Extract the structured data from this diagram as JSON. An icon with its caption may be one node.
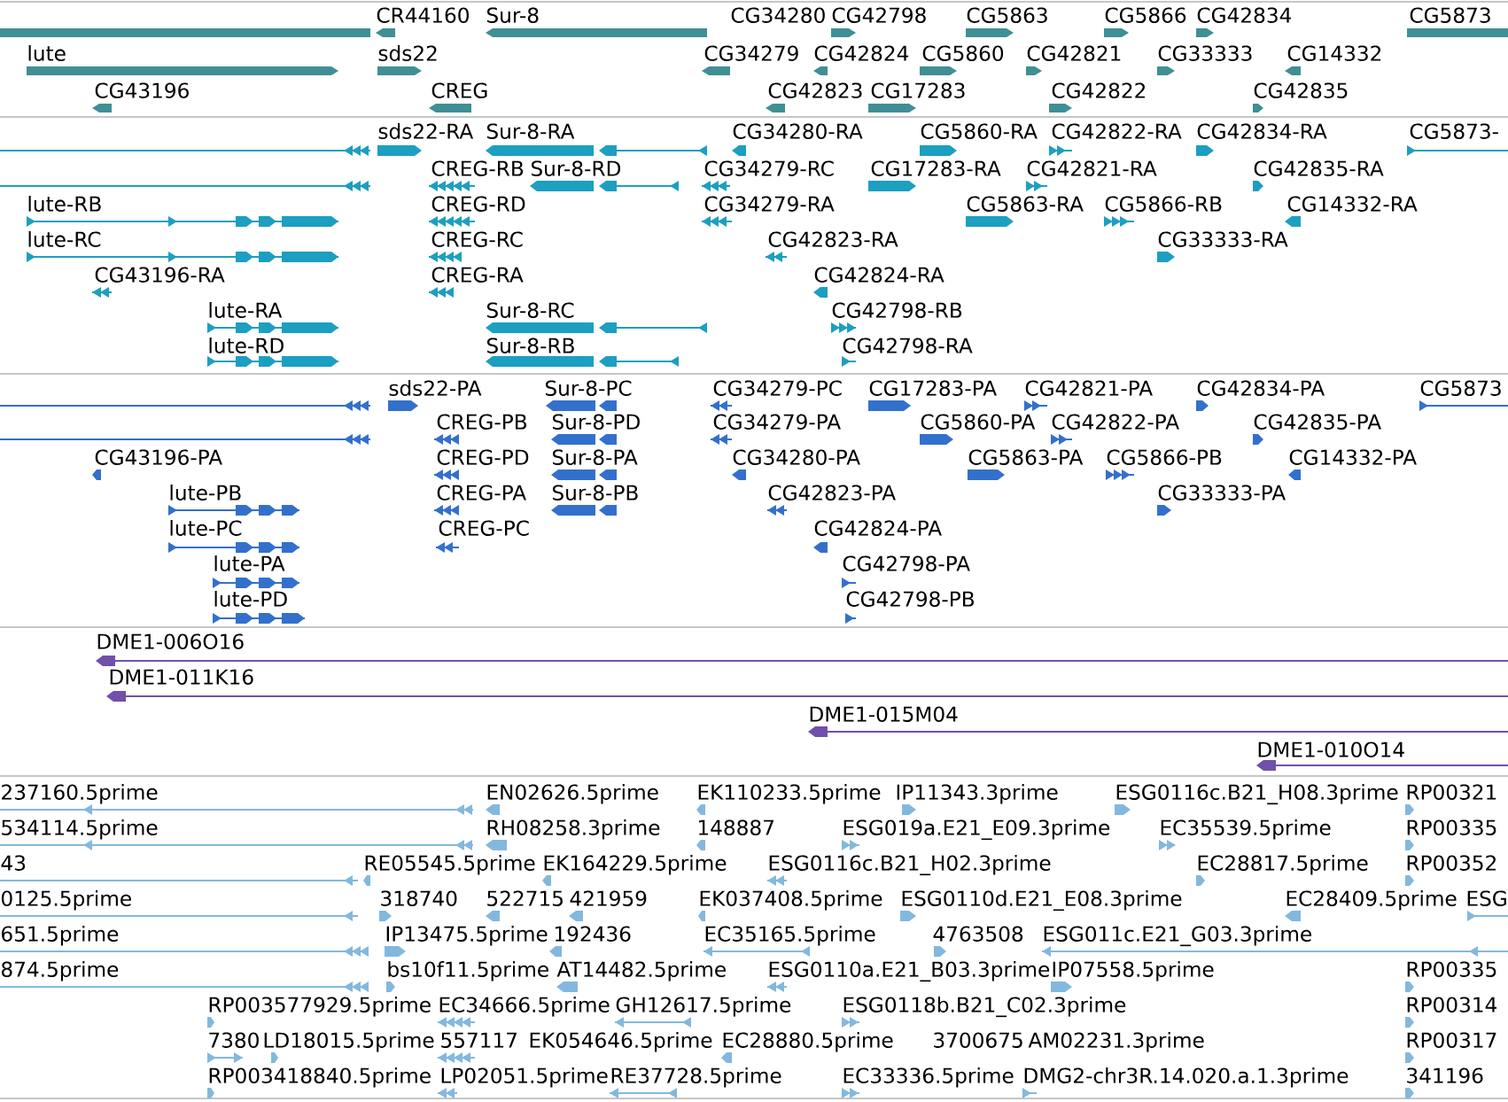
{
  "diagram": {
    "labels": [
      "CR44160",
      "Sur-8",
      "CG34280",
      "CG42798",
      "CG5863",
      "CG5866",
      "CG42834",
      "CG5873",
      "lute",
      "sds22",
      "CG34279",
      "CG42824",
      "CG5860",
      "CG42821",
      "CG33333",
      "CG14332",
      "CG43196",
      "CREG",
      "CG42823",
      "CG17283",
      "CG42822",
      "CG42835",
      "sds22-RA",
      "Sur-8-RA",
      "CG34280-RA",
      "CG5860-RA",
      "CG42822-RA",
      "CG42834-RA",
      "CG5873-",
      "CREG-RB",
      "Sur-8-RD",
      "CG34279-RC",
      "CG17283-RA",
      "CG42821-RA",
      "CG42835-RA",
      "lute-RB",
      "CREG-RD",
      "CG34279-RA",
      "CG5863-RA",
      "CG5866-RB",
      "CG14332-RA",
      "lute-RC",
      "CREG-RC",
      "CG42823-RA",
      "CG33333-RA",
      "CG43196-RA",
      "CREG-RA",
      "CG42824-RA",
      "lute-RA",
      "Sur-8-RC",
      "CG42798-RB",
      "lute-RD",
      "Sur-8-RB",
      "CG42798-RA",
      "sds22-PA",
      "Sur-8-PC",
      "CG34279-PC",
      "CG17283-PA",
      "CG42821-PA",
      "CG42834-PA",
      "CG5873",
      "CREG-PB",
      "Sur-8-PD",
      "CG34279-PA",
      "CG5860-PA",
      "CG42822-PA",
      "CG42835-PA",
      "CG43196-PA",
      "CREG-PD",
      "Sur-8-PA",
      "CG34280-PA",
      "CG5863-PA",
      "CG5866-PB",
      "CG14332-PA",
      "lute-PB",
      "CREG-PA",
      "Sur-8-PB",
      "CG42823-PA",
      "CG33333-PA",
      "lute-PC",
      "CREG-PC",
      "CG42824-PA",
      "lute-PA",
      "CG42798-PA",
      "lute-PD",
      "CG42798-PB",
      "DME1-006O16",
      "DME1-011K16",
      "DME1-015M04",
      "DME1-010O14",
      "237160.5prime",
      "EN02626.5prime",
      "EK110233.5prime",
      "IP11343.3prime",
      "ESG0116c.B21_H08.3prime",
      "RP00321",
      "534114.5prime",
      "RH08258.3prime",
      "148887",
      "ESG019a.E21_E09.3prime",
      "EC35539.5prime",
      "RP00335",
      "43",
      "RE05545.5prime",
      "EK164229.5prime",
      "ESG0116c.B21_H02.3prime",
      "EC28817.5prime",
      "RP00352",
      "0125.5prime",
      "318740",
      "522715",
      "421959",
      "EK037408.5prime",
      "ESG0110d.E21_E08.3prime",
      "EC28409.5prime",
      "ESG",
      "651.5prime",
      "IP13475.5prime",
      "192436",
      "EC35165.5prime",
      "4763508",
      "ESG011c.E21_G03.3prime",
      "874.5prime",
      "bs10f11.5prime",
      "AT14482.5prime",
      "ESG0110a.E21_B03.3prime",
      "IP07558.5prime",
      "RP00335",
      "RP003577929.5prime",
      "EC34666.5prime",
      "GH12617.5prime",
      "ESG0118b.B21_C02.3prime",
      "RP00314",
      "7380",
      "LD18015.5prime",
      "557117",
      "EK054646.5prime",
      "EC28880.5prime",
      "3700675",
      "AM02231.3prime",
      "RP00317",
      "RP003418840.5prime",
      "LP02051.5prime",
      "RE37728.5prime",
      "EC33336.5prime",
      "DMG2-chr3R.14.020.a.1.3prime",
      "341196"
    ]
  }
}
